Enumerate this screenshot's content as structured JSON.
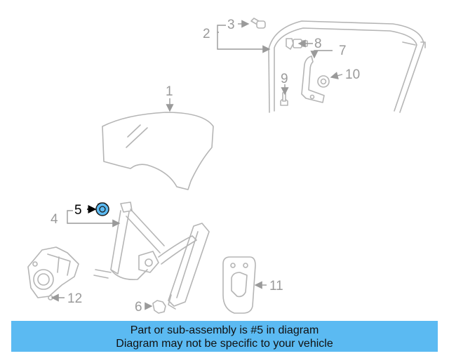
{
  "callouts": {
    "c1": "1",
    "c2": "2",
    "c3": "3",
    "c4": "4",
    "c5": "5",
    "c6": "6",
    "c7": "7",
    "c8": "8",
    "c9": "9",
    "c10": "10",
    "c11": "11",
    "c12": "12"
  },
  "highlight": {
    "callout": "5",
    "color": "#5bbaf2"
  },
  "banner": {
    "line1": "Part or sub-assembly is #5 in diagram",
    "line2": "Diagram may not be specific to your vehicle",
    "background": "#5bbaf2"
  }
}
